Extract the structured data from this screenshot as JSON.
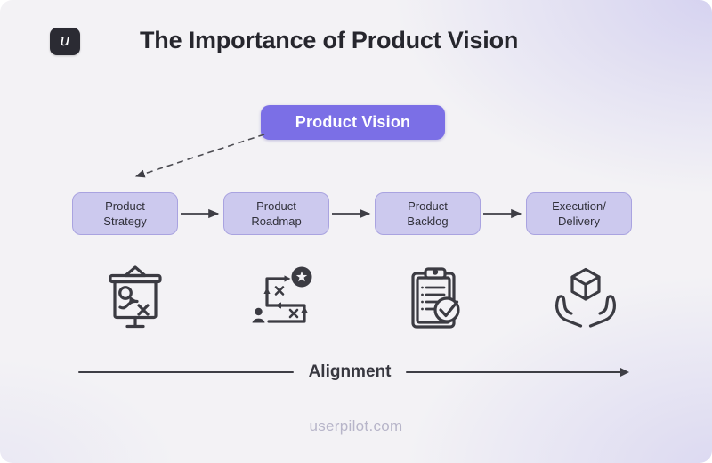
{
  "brand": {
    "logo_letter": "u"
  },
  "header": {
    "title": "The Importance of Product Vision"
  },
  "vision": {
    "label": "Product Vision"
  },
  "flow": {
    "steps": [
      {
        "label": "Product\nStrategy",
        "icon": "strategy-board-icon"
      },
      {
        "label": "Product\nRoadmap",
        "icon": "roadmap-path-icon"
      },
      {
        "label": "Product\nBacklog",
        "icon": "clipboard-check-icon"
      },
      {
        "label": "Execution/\nDelivery",
        "icon": "hands-box-icon"
      }
    ]
  },
  "alignment": {
    "label": "Alignment"
  },
  "footer": {
    "site": "userpilot.com"
  },
  "colors": {
    "accent_purple": "#7b6fe6",
    "step_fill": "#ccc9ee",
    "step_border": "#a9a3e0",
    "ink": "#26262d",
    "line_dark": "#3e3e45",
    "footer_text": "#b7b5c9",
    "canvas_tint": "#dedcf2",
    "logo_bg": "#2b2b33"
  }
}
